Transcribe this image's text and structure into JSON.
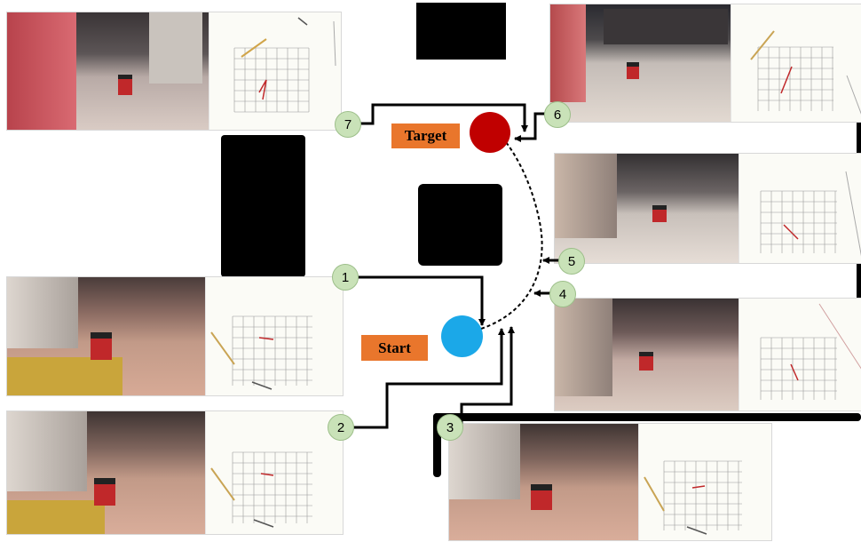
{
  "labels": {
    "target": "Target",
    "start": "Start"
  },
  "waypoints": [
    "1",
    "2",
    "3",
    "4",
    "5",
    "6",
    "7"
  ],
  "colors": {
    "target": "#c00000",
    "start": "#1ba8e8",
    "label_bg": "#e9762c",
    "badge_bg": "#c9e2b8",
    "obstacle": "#000000",
    "robot_body": "#c0282a"
  }
}
